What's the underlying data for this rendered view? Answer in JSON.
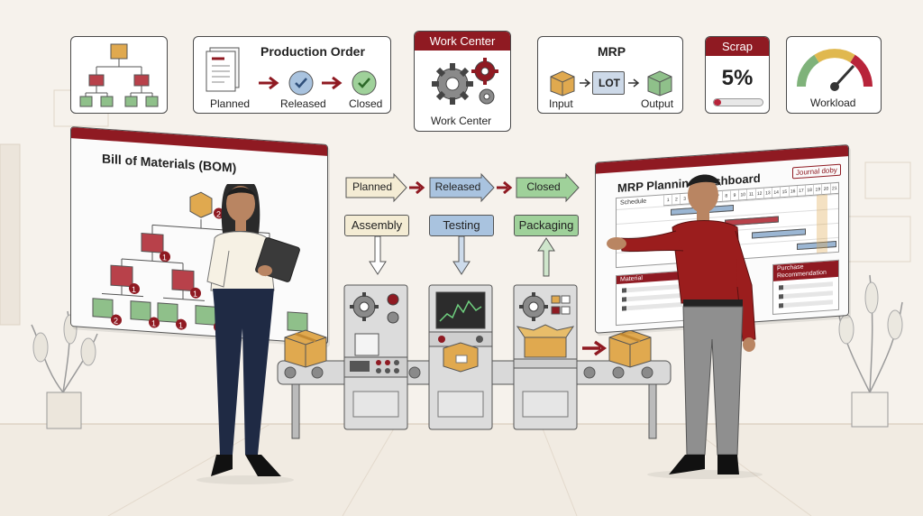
{
  "production_order": {
    "title": "Production Order",
    "steps": [
      "Planned",
      "Released",
      "Closed"
    ]
  },
  "work_center": {
    "header": "Work Center",
    "label": "Work Center"
  },
  "mrp_card": {
    "title": "MRP",
    "input_label": "Input",
    "lot_label": "LOT",
    "output_label": "Output"
  },
  "scrap": {
    "header": "Scrap",
    "value": "5%",
    "fraction": 0.05
  },
  "workload": {
    "label": "Workload"
  },
  "bom_screen": {
    "title": "Bill of Materials (BOM)",
    "badges": [
      "2",
      "1",
      "1",
      "1",
      "2",
      "1",
      "1",
      "1"
    ]
  },
  "flow": {
    "statuses": [
      "Planned",
      "Released",
      "Closed"
    ],
    "stations": [
      "Assembly",
      "Testing",
      "Packaging"
    ]
  },
  "mrp_screen": {
    "title": "MRP Planning Dashboard",
    "tag": "Journal doby",
    "schedule_label": "Schedule",
    "day_numbers": [
      "1",
      "2",
      "3",
      "4",
      "5",
      "6",
      "7",
      "8",
      "9",
      "10",
      "11",
      "12",
      "13",
      "14",
      "15",
      "16",
      "17",
      "18",
      "19",
      "20",
      "21"
    ],
    "material_label": "Material",
    "purchase_label": "Purchase Recommendation"
  },
  "colors": {
    "accent": "#8f1a22",
    "green": "#7fb27a",
    "blue": "#9bb6d3",
    "cream": "#f4ecd4",
    "box": "#e0a94f"
  }
}
